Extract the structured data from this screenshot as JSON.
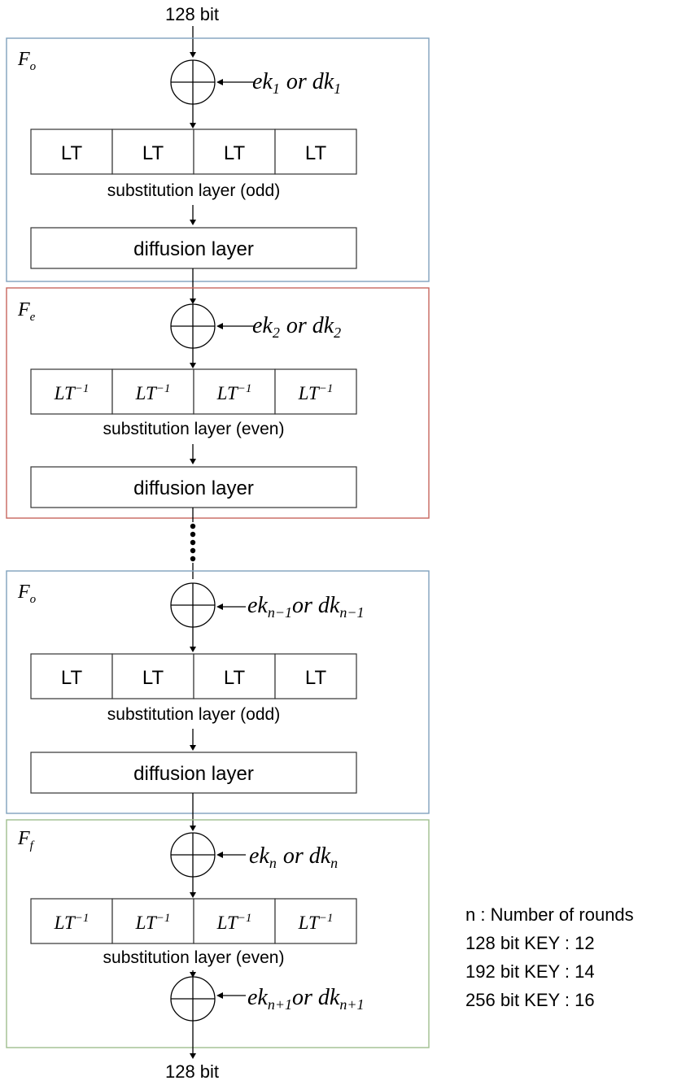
{
  "input_label": "128 bit",
  "output_label": "128 bit",
  "rounds": [
    {
      "name_base": "F",
      "name_sub": "o",
      "border_color": "#7fa1bd",
      "key_text": {
        "ek": "ek",
        "ek_sub": "1",
        "or": "or",
        "dk": "dk",
        "dk_sub": "1"
      },
      "cells": [
        "LT",
        "LT",
        "LT",
        "LT"
      ],
      "inverse": false,
      "sub_label": "substitution layer (odd)",
      "diffusion_label": "diffusion layer"
    },
    {
      "name_base": "F",
      "name_sub": "e",
      "border_color": "#c8665e",
      "key_text": {
        "ek": "ek",
        "ek_sub": "2",
        "or": "or",
        "dk": "dk",
        "dk_sub": "2"
      },
      "cells": [
        "LT",
        "LT",
        "LT",
        "LT"
      ],
      "cell_sup": "−1",
      "inverse": true,
      "sub_label": "substitution layer (even)",
      "diffusion_label": "diffusion layer"
    },
    {
      "name_base": "F",
      "name_sub": "o",
      "border_color": "#7fa1bd",
      "key_text": {
        "ek": "ek",
        "ek_sub": "n−1",
        "or": "or",
        "dk": "dk",
        "dk_sub": "n−1"
      },
      "cells": [
        "LT",
        "LT",
        "LT",
        "LT"
      ],
      "inverse": false,
      "sub_label": "substitution layer (odd)",
      "diffusion_label": "diffusion layer"
    },
    {
      "name_base": "F",
      "name_sub": "f",
      "border_color": "#9fbf8f",
      "key_text": {
        "ek": "ek",
        "ek_sub": "n",
        "or": "or",
        "dk": "dk",
        "dk_sub": "n"
      },
      "key_text_2": {
        "ek": "ek",
        "ek_sub": "n+1",
        "or": "or",
        "dk": "dk",
        "dk_sub": "n+1"
      },
      "cells": [
        "LT",
        "LT",
        "LT",
        "LT"
      ],
      "cell_sup": "−1",
      "inverse": true,
      "sub_label": "substitution layer (even)"
    }
  ],
  "notes": [
    "n : Number of rounds",
    "128 bit KEY : 12",
    "192 bit KEY : 14",
    "256 bit KEY : 16"
  ]
}
